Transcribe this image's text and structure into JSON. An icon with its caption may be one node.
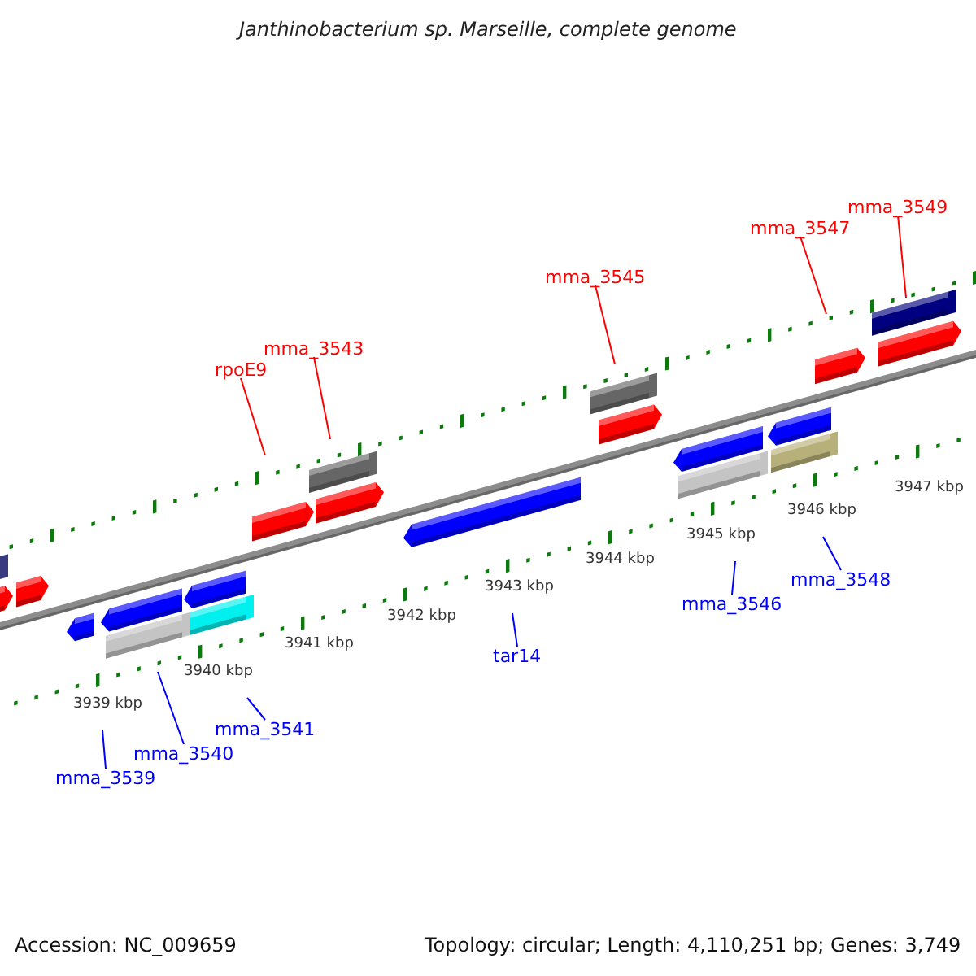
{
  "diagram": {
    "title": "Janthinobacterium sp. Marseille, complete genome",
    "nodes": [
      {
        "text": [
          "rpoE9"
        ]
      },
      {
        "text": [
          "mma_3543"
        ]
      },
      {
        "text": [
          "mma_3545"
        ]
      },
      {
        "text": [
          "mma_3547"
        ]
      },
      {
        "text": [
          "mma_3549"
        ]
      },
      {
        "text": [
          "mma_3539"
        ]
      },
      {
        "text": [
          "mma_3540"
        ]
      },
      {
        "text": [
          "mma_3541"
        ]
      },
      {
        "text": [
          "tar14"
        ]
      },
      {
        "text": [
          "mma_3546"
        ]
      },
      {
        "text": [
          "mma_3548"
        ]
      }
    ],
    "edges": [
      {
        "from": 0,
        "to": null,
        "arrow": "none",
        "color": "#ff0000"
      },
      {
        "from": 1,
        "to": null,
        "arrow": "none",
        "color": "#ff0000"
      },
      {
        "from": 2,
        "to": null,
        "arrow": "none",
        "color": "#ff0000"
      },
      {
        "from": 3,
        "to": null,
        "arrow": "none",
        "color": "#ff0000"
      },
      {
        "from": 4,
        "to": null,
        "arrow": "none",
        "color": "#ff0000"
      },
      {
        "from": 5,
        "to": null,
        "arrow": "none"
      },
      {
        "from": 6,
        "to": null,
        "arrow": "none"
      },
      {
        "from": 7,
        "to": null,
        "arrow": "none"
      },
      {
        "from": 8,
        "to": null,
        "arrow": "none"
      },
      {
        "from": 9,
        "to": null,
        "arrow": "none"
      },
      {
        "from": 10,
        "to": null,
        "arrow": "none"
      }
    ],
    "labels": [
      "3939 kbp",
      "3940 kbp",
      "3941 kbp",
      "3942 kbp",
      "3943 kbp",
      "3944 kbp",
      "3945 kbp",
      "3946 kbp",
      "3947 kbp",
      "Accession: NC_009659",
      "Topology: circular; Length: 4,110,251 bp; Genes: 3,749"
    ]
  }
}
